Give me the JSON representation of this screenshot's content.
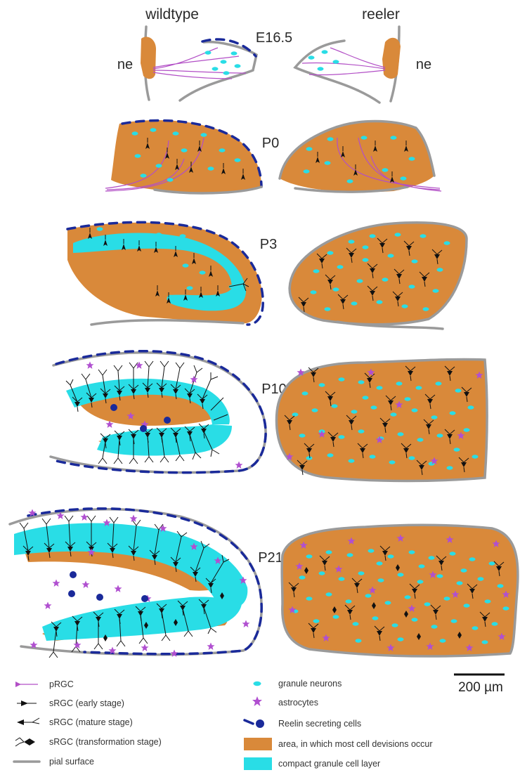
{
  "headers": {
    "left": "wildtype",
    "right": "reeler"
  },
  "stages": [
    "E16.5",
    "P0",
    "P3",
    "P10",
    "P21"
  ],
  "ne_label": "ne",
  "scale_bar": "200 µm",
  "legend_left": [
    {
      "label": "pRGC",
      "icon": "prgc-icon"
    },
    {
      "label": "sRGC (early stage)",
      "icon": "srgc-early-icon"
    },
    {
      "label": "sRGC (mature stage)",
      "icon": "srgc-mature-icon"
    },
    {
      "label": "sRGC (transformation stage)",
      "icon": "srgc-transformation-icon"
    },
    {
      "label": "pial surface",
      "icon": "pial-surface-icon"
    }
  ],
  "legend_right": [
    {
      "label": "granule neurons",
      "icon": "granule-neuron-icon"
    },
    {
      "label": "astrocytes",
      "icon": "astrocyte-icon"
    },
    {
      "label": "Reelin secreting cells",
      "icon": "reelin-cell-icon"
    },
    {
      "label": "area, in which most cell devisions occur",
      "icon": "orange-area-icon"
    },
    {
      "label": "compact granule cell layer",
      "icon": "cyan-area-icon"
    }
  ],
  "colors": {
    "proliferation_area": "#d9893a",
    "granule_layer": "#29dde6",
    "astrocyte": "#b04fd0",
    "reelin": "#1a2a9a",
    "pial": "#9a9a9a",
    "prgc": "#b24fc6"
  }
}
